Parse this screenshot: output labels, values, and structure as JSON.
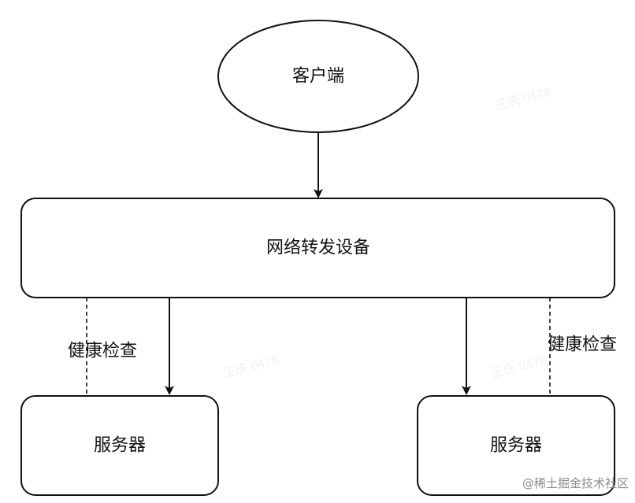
{
  "nodes": {
    "client": "客户端",
    "forwarder": "网络转发设备",
    "server_left": "服务器",
    "server_right": "服务器"
  },
  "edge_labels": {
    "health_check_left": "健康检查",
    "health_check_right": "健康检查"
  },
  "watermark": "王庆 0478",
  "credit": "@稀土掘金技术社区"
}
